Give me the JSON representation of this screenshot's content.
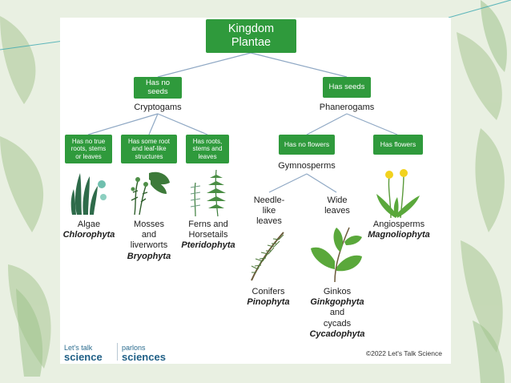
{
  "colors": {
    "box": "#2f9a3c",
    "card": "#ffffff",
    "background": "#e8efe1",
    "line": "#8fa8c4"
  },
  "root": {
    "line1": "Kingdom",
    "line2": "Plantae"
  },
  "left_branch": {
    "box": {
      "line1": "Has no",
      "line2": "seeds"
    },
    "group": "Cryptogams",
    "children": [
      {
        "box": [
          "Has no true",
          "roots, stems",
          "or leaves"
        ],
        "common": [
          "Algae"
        ],
        "scientific": "Chlorophyta",
        "icon": "algae-icon"
      },
      {
        "box": [
          "Has some root",
          "and leaf-like",
          "structures"
        ],
        "common": [
          "Mosses",
          "and",
          "liverworts"
        ],
        "scientific": "Bryophyta",
        "icon": "moss-icon"
      },
      {
        "box": [
          "Has roots,",
          "stems and",
          "leaves"
        ],
        "common": [
          "Ferns and",
          "Horsetails"
        ],
        "scientific": "Pteridophyta",
        "icon": "fern-icon"
      }
    ]
  },
  "right_branch": {
    "box": {
      "line1": "Has seeds"
    },
    "group": "Phanerogams",
    "children": [
      {
        "box": "Has no flowers",
        "group": "Gymnosperms",
        "children": [
          {
            "label": [
              "Needle-",
              "like",
              "leaves"
            ],
            "common": [
              "Conifers"
            ],
            "scientific": "Pinophyta",
            "icon": "conifer-branch-icon"
          },
          {
            "label": [
              "Wide",
              "leaves"
            ],
            "common": [
              "Ginkos"
            ],
            "scientific": "Ginkgophyta",
            "extra": [
              "and",
              "cycads"
            ],
            "scientific2": "Cycadophyta",
            "icon": "ginkgo-leaf-icon"
          }
        ]
      },
      {
        "box": "Has flowers",
        "common": [
          "Angiosperms"
        ],
        "scientific": "Magnoliophyta",
        "icon": "dandelion-icon"
      }
    ]
  },
  "footer": {
    "logo1": {
      "small": "Let's talk",
      "big": "science"
    },
    "logo2": {
      "small": "parlons",
      "big": "sciences"
    },
    "copyright": "©2022 Let's Talk Science"
  }
}
